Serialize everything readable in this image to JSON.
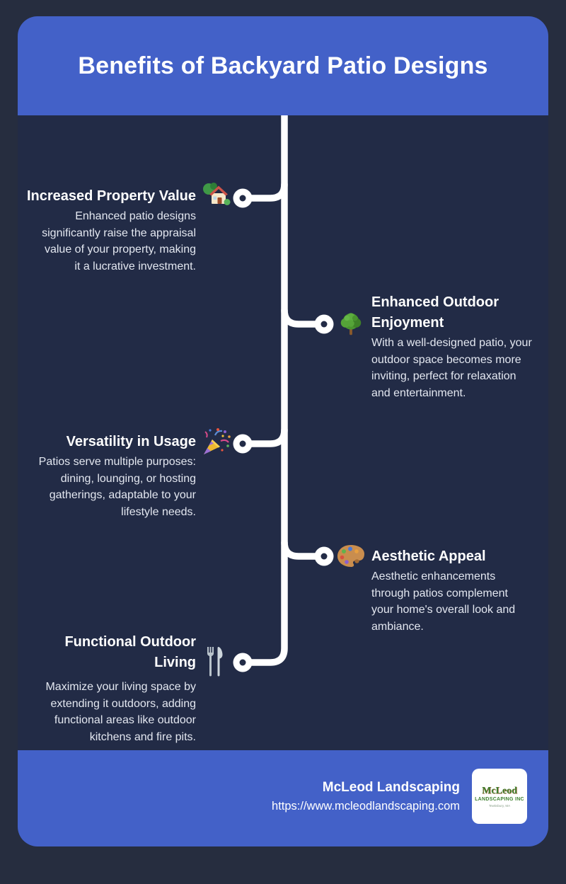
{
  "colors": {
    "page-bg": "#262d3f",
    "content-bg": "#222b46",
    "accent": "#4361c8",
    "line": "#ffffff",
    "desc-color": "#e3e7f0"
  },
  "header": {
    "title": "Benefits of Backyard Patio Designs"
  },
  "timeline": {
    "items": [
      {
        "side": "left",
        "icon": "house-with-garden-icon",
        "title": "Increased Property Value",
        "description": "Enhanced patio designs\nsignificantly raise the appraisal\nvalue of your property, making\nit a lucrative investment."
      },
      {
        "side": "right",
        "icon": "tree-icon",
        "title": "Enhanced Outdoor\nEnjoyment",
        "description": "With a well-designed patio, your\noutdoor space becomes more\ninviting, perfect for relaxation\nand entertainment."
      },
      {
        "side": "left",
        "icon": "party-popper-icon",
        "title": "Versatility in Usage",
        "description": "Patios serve multiple purposes:\ndining, lounging, or hosting\ngatherings, adaptable to your\nlifestyle needs."
      },
      {
        "side": "right",
        "icon": "artist-palette-icon",
        "title": "Aesthetic Appeal",
        "description": "Aesthetic enhancements\nthrough patios complement\nyour home's overall look and\nambiance."
      },
      {
        "side": "left",
        "icon": "fork-and-knife-icon",
        "title": "Functional Outdoor\nLiving",
        "description": "Maximize your living space by\nextending it outdoors, adding\nfunctional areas like outdoor\nkitchens and fire pits."
      }
    ]
  },
  "footer": {
    "company": "McLeod Landscaping",
    "url": "https://www.mcleodlandscaping.com",
    "logo": {
      "line1": "McLeod",
      "line2": "LANDSCAPING INC",
      "line3": "Tewksbury, MA"
    }
  }
}
